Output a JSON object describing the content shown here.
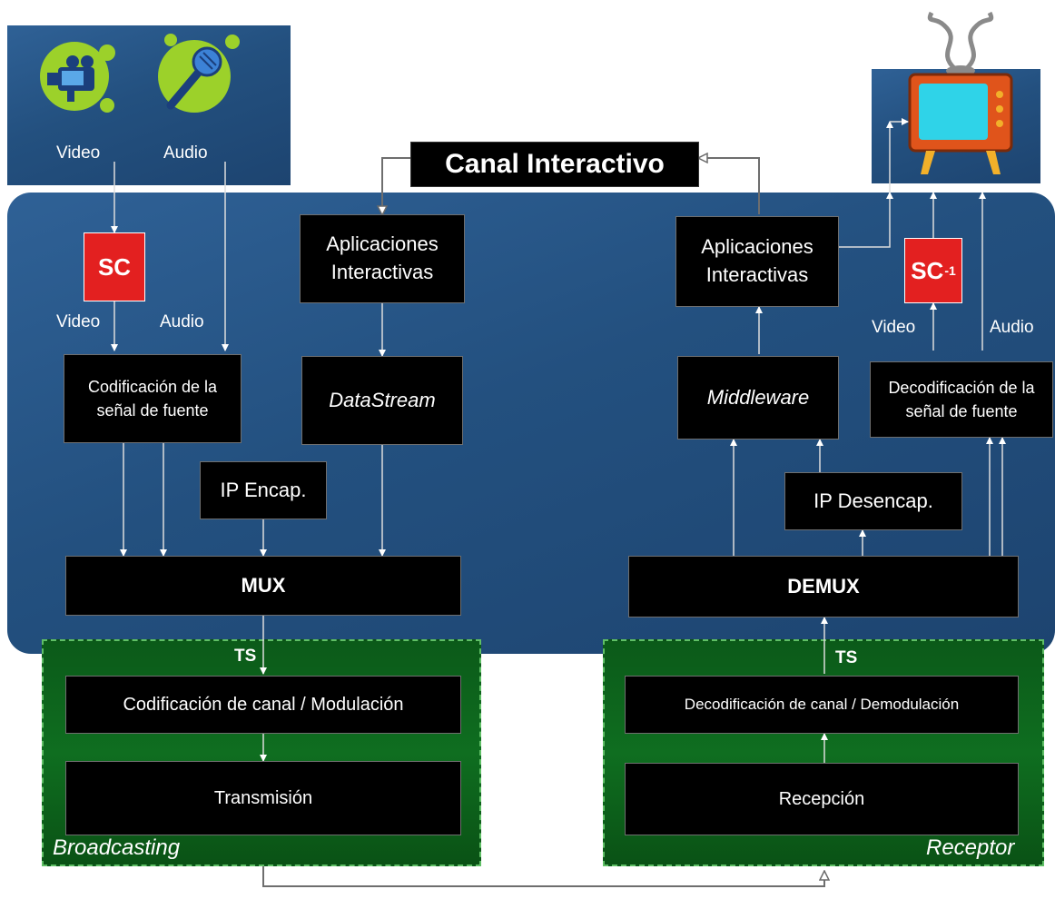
{
  "sources": {
    "video_label": "Video",
    "audio_label": "Audio"
  },
  "interactive_channel": "Canal Interactivo",
  "transmitter": {
    "sc_label": "SC",
    "video_label": "Video",
    "audio_label": "Audio",
    "source_coding": "Codificación de la señal de fuente",
    "apps": "Aplicaciones Interactivas",
    "datastream": "DataStream",
    "ip_encap": "IP Encap.",
    "mux": "MUX",
    "ts_label": "TS",
    "channel_coding": "Codificación de canal / Modulación",
    "transmission": "Transmisión",
    "section_label": "Broadcasting"
  },
  "receiver": {
    "apps": "Aplicaciones Interactivas",
    "sc_inverse_label": "SC",
    "sc_inverse_sup": "-1",
    "video_label": "Video",
    "audio_label": "Audio",
    "middleware": "Middleware",
    "source_decoding": "Decodificación de la señal de fuente",
    "ip_decap": "IP Desencap.",
    "demux": "DEMUX",
    "ts_label": "TS",
    "channel_decoding": "Decodificación de canal / Demodulación",
    "reception": "Recepción",
    "section_label": "Receptor"
  },
  "colors": {
    "panel_blue": "#23507f",
    "panel_green": "#0f6e20",
    "sc_red": "#e32020",
    "tv_orange": "#e0541b",
    "tv_screen": "#2fd3e8",
    "icon_green": "#9cd12a"
  },
  "icons": [
    "video-camera-icon",
    "microphone-icon",
    "television-icon"
  ]
}
